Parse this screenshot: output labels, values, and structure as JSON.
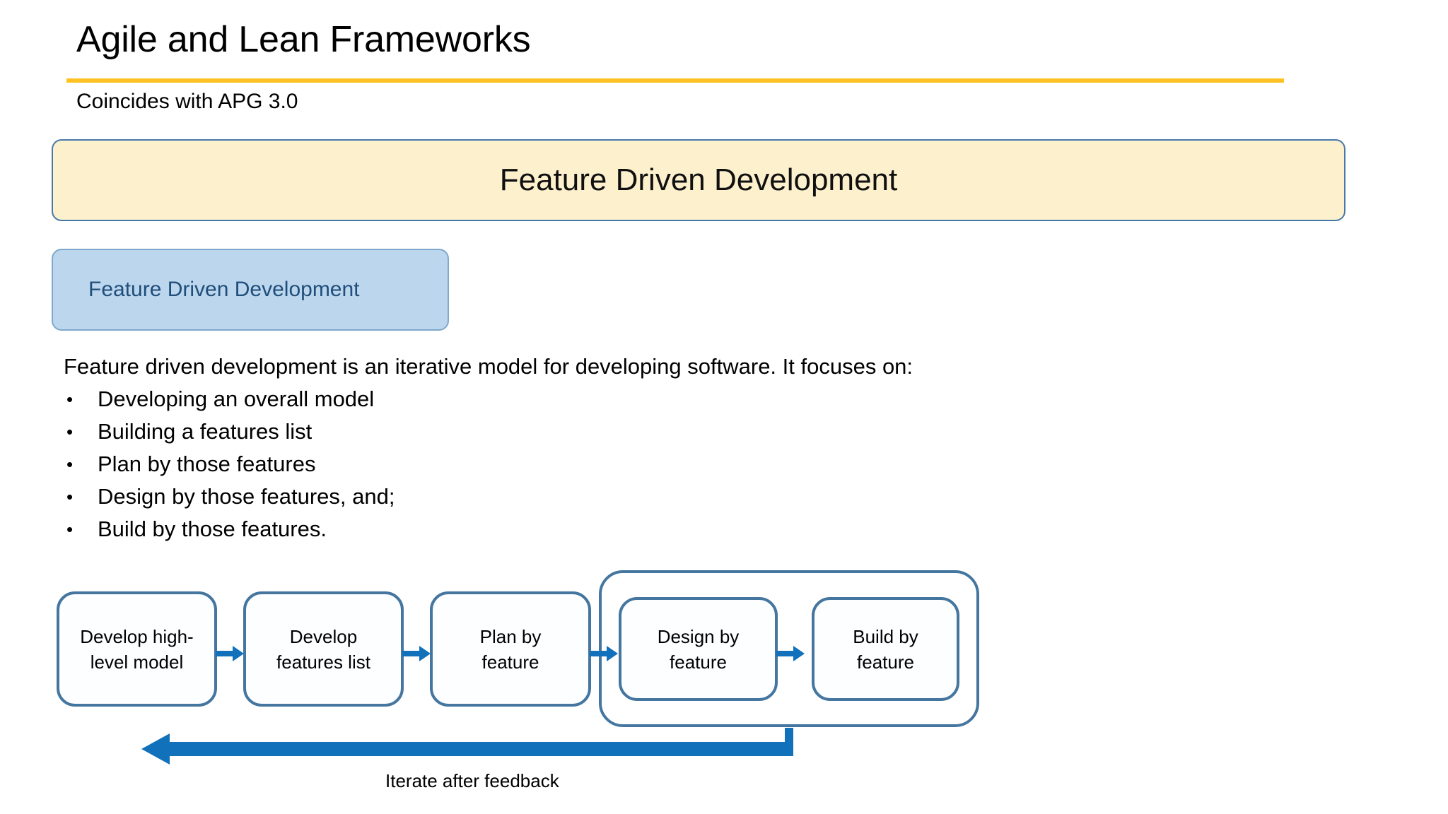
{
  "slide": {
    "title": "Agile and Lean Frameworks",
    "subtitle": "Coincides with APG 3.0",
    "rule_color": "#FFC222"
  },
  "banner": {
    "label": "Feature Driven Development",
    "background": "#FCF0CD",
    "border_color": "#4878A8"
  },
  "chip": {
    "label": "Feature Driven Development",
    "background": "#BCD6EE",
    "text_color": "#1F4E79",
    "border_color": "#7FA8CC"
  },
  "body": {
    "intro": "Feature driven development is an iterative model for developing software.  It focuses on:",
    "bullet_glyph": "•",
    "bullets": [
      "Developing an overall model",
      "Building a features list",
      "Plan by those features",
      "Design by those features, and;",
      "Build by those features."
    ]
  },
  "flow": {
    "box_border_color": "#45769F",
    "arrow_color": "#1171BA",
    "steps": [
      {
        "line1": "Develop high-",
        "line2": "level model"
      },
      {
        "line1": "Develop",
        "line2": "features list"
      },
      {
        "line1": "Plan by",
        "line2": "feature"
      },
      {
        "line1": "Design by",
        "line2": "feature"
      },
      {
        "line1": "Build by",
        "line2": "feature"
      }
    ],
    "feedback_label": "Iterate after feedback"
  }
}
